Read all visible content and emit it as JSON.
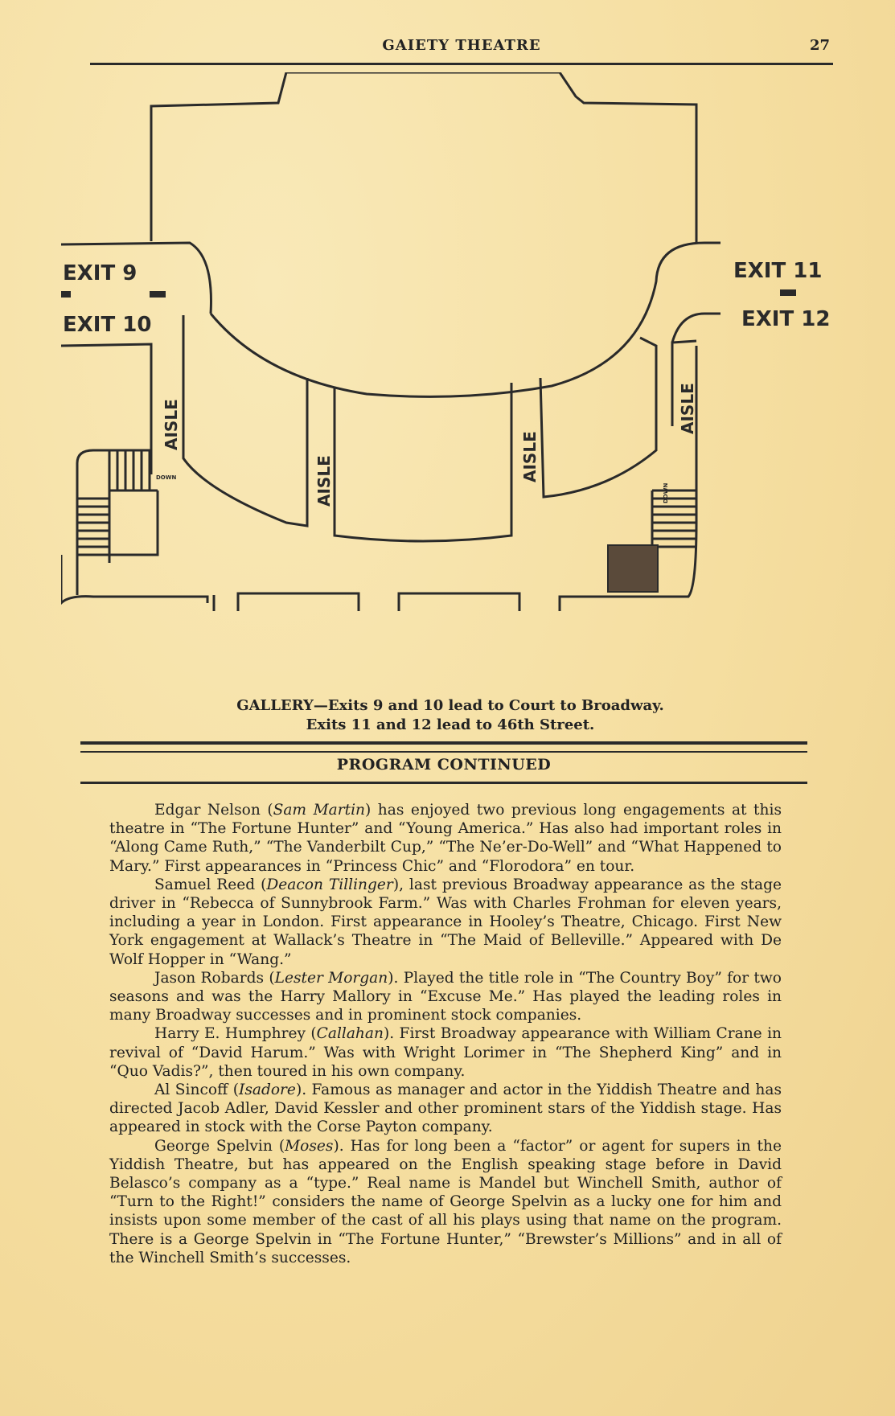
{
  "header": {
    "title": "GAIETY THEATRE",
    "page_number": "27"
  },
  "plan": {
    "exits": {
      "exit9": "EXIT 9",
      "exit10": "EXIT 10",
      "exit11": "EXIT 11",
      "exit12": "EXIT 12"
    },
    "aisle_label": "AISLE",
    "down_label": "DOWN"
  },
  "caption": {
    "line1": "GALLERY—Exits 9 and 10 lead to Court to Broadway.",
    "line2": "Exits 11 and 12 lead to 46th Street."
  },
  "section": {
    "title": "PROGRAM CONTINUED"
  },
  "paragraphs": [
    {
      "name": "Edgar Nelson",
      "role": "Sam Martin",
      "text": "has enjoyed two previous long engagements at this theatre in “The Fortune Hunter” and “Young America.” Has also had important roles in “Along Came Ruth,” “The Vanderbilt Cup,” “The Ne’er-Do-Well” and “What Happened to Mary.” First appearances in “Princess Chic” and “Florodora” en tour."
    },
    {
      "name": "Samuel Reed",
      "role": "Deacon Tillinger",
      "text": ", last previous Broadway appearance as the stage driver in “Rebecca of Sunnybrook Farm.” Was with Charles Frohman for eleven years, including a year in London. First appearance in Hooley’s Theatre, Chicago. First New York engagement at Wallack’s Theatre in “The Maid of Belleville.” Appeared with De Wolf Hopper in “Wang.”"
    },
    {
      "name": "Jason Robards",
      "role": "Lester Morgan",
      "text": ". Played the title role in “The Country Boy” for two seasons and was the Harry Mallory in “Excuse Me.” Has played the leading roles in many Broadway successes and in prominent stock companies."
    },
    {
      "name": "Harry E. Humphrey",
      "role": "Callahan",
      "text": ". First Broadway appearance with William Crane in revival of “David Harum.” Was with Wright Lorimer in “The Shepherd King” and in “Quo Vadis?”, then toured in his own company."
    },
    {
      "name": "Al Sincoff",
      "role": "Isadore",
      "text": ". Famous as manager and actor in the Yiddish Theatre and has directed Jacob Adler, David Kessler and other prominent stars of the Yiddish stage. Has appeared in stock with the Corse Payton company."
    },
    {
      "name": "George Spelvin",
      "role": "Moses",
      "text": ". Has for long been a “factor” or agent for supers in the Yiddish Theatre, but has appeared on the English speaking stage before in David Belasco’s company as a “type.” Real name is Mandel but Winchell Smith, author of “Turn to the Right!” considers the name of George Spelvin as a lucky one for him and insists upon some member of the cast of all his plays using that name on the program. There is a George Spelvin in “The Fortune Hunter,” “Brewster’s Millions” and in all of the Winchell Smith’s successes."
    }
  ]
}
